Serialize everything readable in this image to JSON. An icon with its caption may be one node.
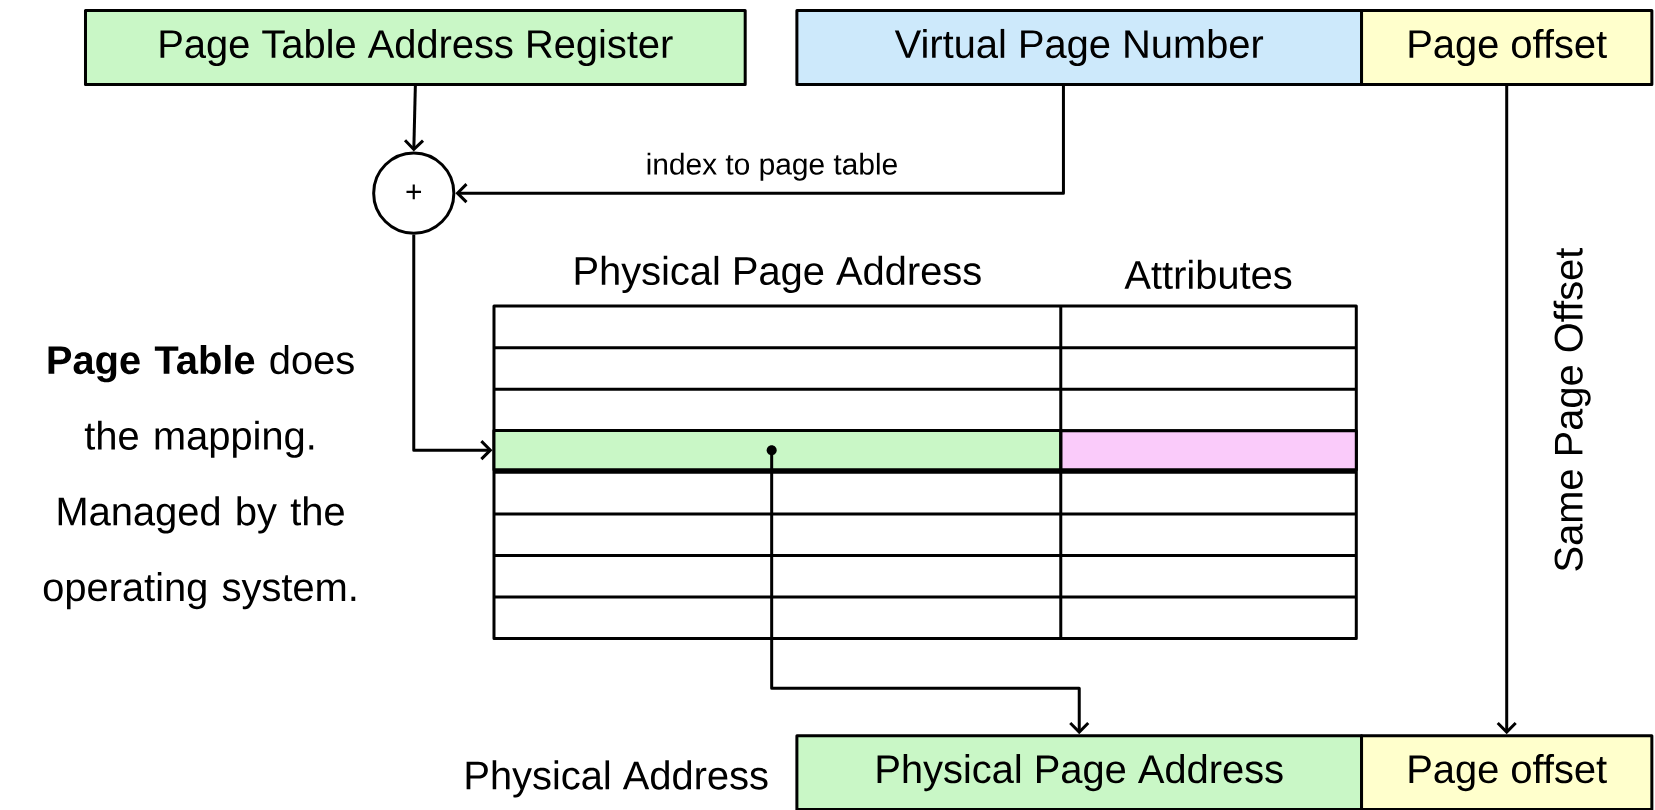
{
  "diagram": {
    "nodes": [
      {
        "text": [
          "Page Table Address Register"
        ]
      },
      {
        "text": [
          "Virtual Page Number"
        ]
      },
      {
        "text": [
          "Page offset"
        ]
      },
      {
        "text": [
          "+"
        ]
      },
      {
        "text": [
          "Physical Page Address",
          "Attributes"
        ]
      },
      {
        "text": [],
        "shape": "bar",
        "in": 4
      },
      {
        "text": [
          "Physical Page Address"
        ],
        "beside": [
          "Physical Address"
        ]
      },
      {
        "text": [
          "Page offset"
        ]
      }
    ],
    "edges": [
      {
        "from": 0,
        "to": 3,
        "arrow": "to"
      },
      {
        "from": 1,
        "to": 3,
        "arrow": "to",
        "label": "index to page table"
      },
      {
        "from": 3,
        "to": 5,
        "arrow": "to"
      },
      {
        "from": 5,
        "to": 6,
        "arrow": "to"
      },
      {
        "from": 2,
        "to": 7,
        "arrow": "to",
        "label": "Same Page Offset"
      }
    ],
    "labels": [
      "**Page Table** does the mapping. Managed by the operating system."
    ]
  }
}
